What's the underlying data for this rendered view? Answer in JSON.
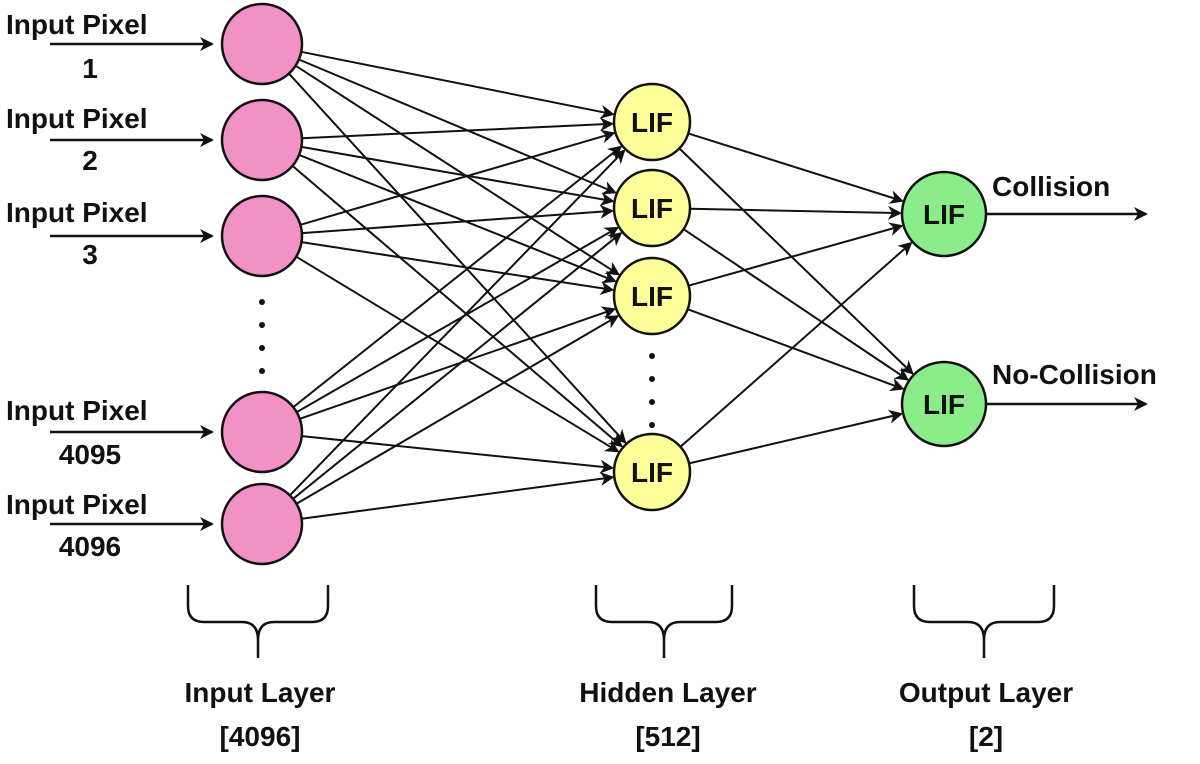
{
  "inputs": [
    {
      "label": "Input Pixel",
      "index": "1"
    },
    {
      "label": "Input Pixel",
      "index": "2"
    },
    {
      "label": "Input Pixel",
      "index": "3"
    },
    {
      "label": "Input Pixel",
      "index": "4095"
    },
    {
      "label": "Input Pixel",
      "index": "4096"
    }
  ],
  "hidden_nodes": [
    "LIF",
    "LIF",
    "LIF",
    "LIF"
  ],
  "output_nodes": [
    "LIF",
    "LIF"
  ],
  "outputs": [
    "Collision",
    "No-Collision"
  ],
  "layers": [
    {
      "name": "Input Layer",
      "size": "[4096]"
    },
    {
      "name": "Hidden Layer",
      "size": "[512]"
    },
    {
      "name": "Output Layer",
      "size": "[2]"
    }
  ],
  "colors": {
    "input_node": "#f291c6",
    "hidden_node": "#ffff99",
    "output_node": "#8aed8a",
    "stroke": "#111111"
  }
}
